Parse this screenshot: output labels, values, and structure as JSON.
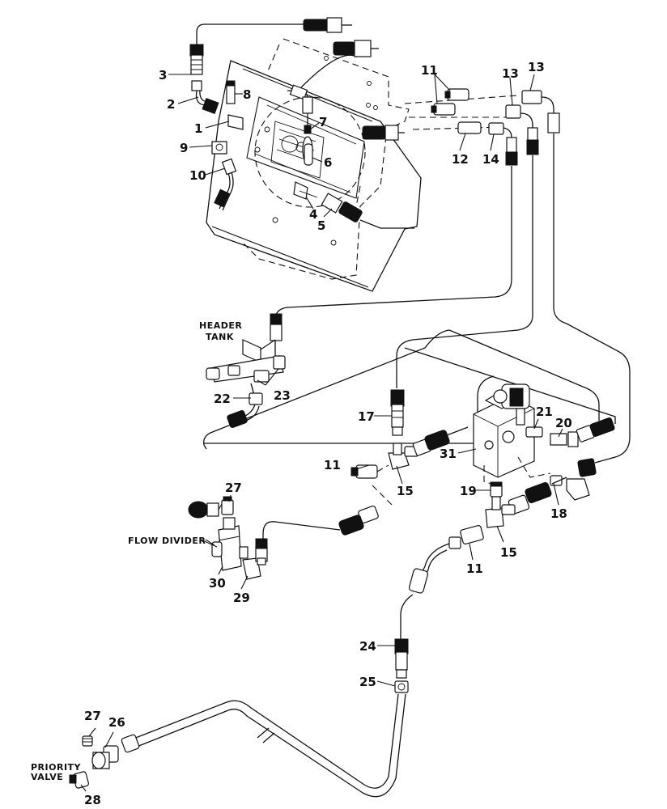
{
  "callouts": {
    "c1": "1",
    "c2": "2",
    "c3": "3",
    "c4": "4",
    "c5": "5",
    "c6": "6",
    "c7": "7",
    "c8": "8",
    "c9": "9",
    "c10": "10",
    "c11a": "11",
    "c11b": "11",
    "c11c": "11",
    "c12": "12",
    "c13a": "13",
    "c13b": "13",
    "c14": "14",
    "c15a": "15",
    "c15b": "15",
    "c17": "17",
    "c18": "18",
    "c19": "19",
    "c20": "20",
    "c21": "21",
    "c22": "22",
    "c23": "23",
    "c24": "24",
    "c25": "25",
    "c26": "26",
    "c27a": "27",
    "c27b": "27",
    "c28": "28",
    "c29": "29",
    "c30": "30",
    "c31": "31"
  },
  "captions": {
    "header_tank_line1": "HEADER",
    "header_tank_line2": "TANK",
    "flow_divider": "FLOW DIVIDER",
    "priority_valve_line1": "PRIORITY",
    "priority_valve_line2": "VALVE"
  }
}
